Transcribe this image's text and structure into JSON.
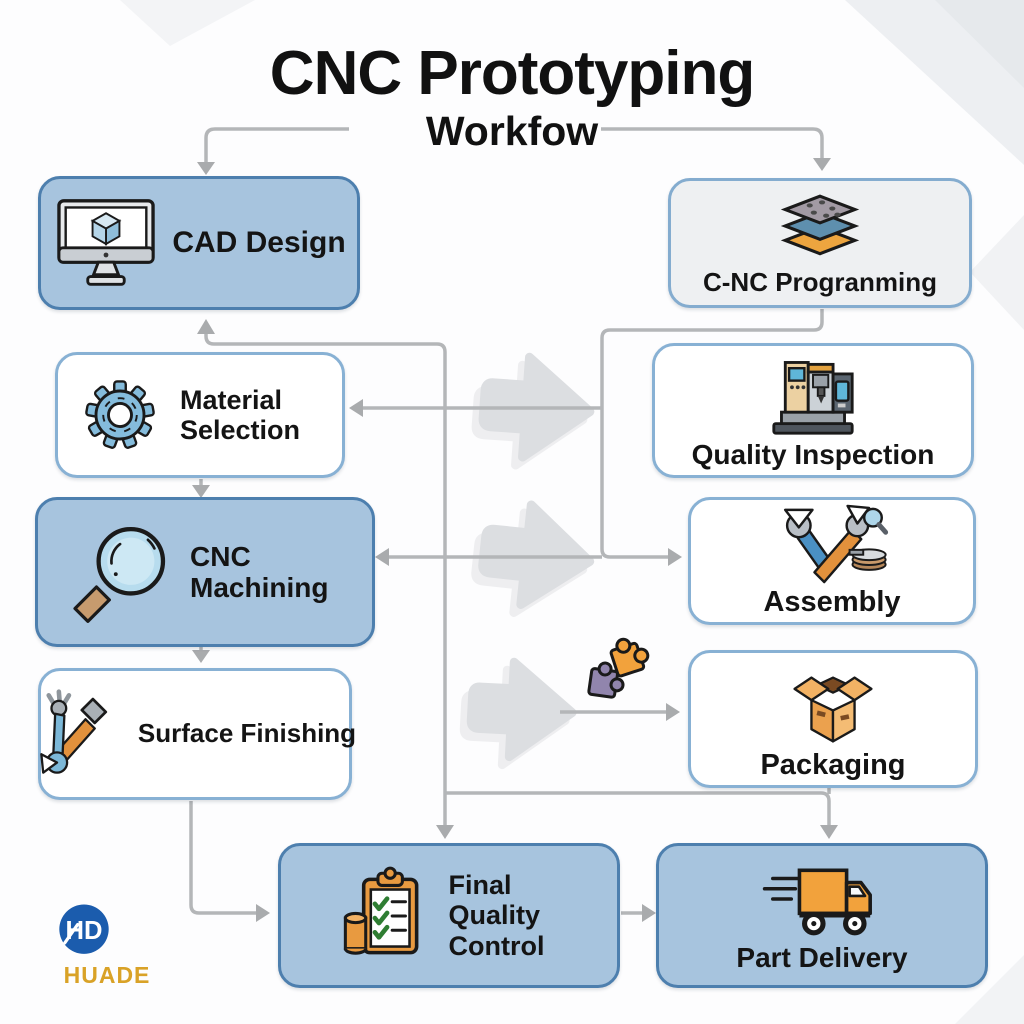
{
  "title": "CNC Prototyping",
  "subtitle": "Workfow",
  "stages": [
    {
      "id": "cad-design",
      "label": "CAD Design",
      "icon": "monitor-cad-icon",
      "style": "blue"
    },
    {
      "id": "cnc-programming",
      "label": "C-NC Progranming",
      "icon": "layer-stack-icon",
      "style": "light"
    },
    {
      "id": "material-selection",
      "label": "Material Selection",
      "icon": "gear-icon",
      "style": "white"
    },
    {
      "id": "quality-inspection",
      "label": "Quality Inspection",
      "icon": "cnc-machine-icon",
      "style": "white"
    },
    {
      "id": "cnc-machining",
      "label": "CNC Machining",
      "icon": "magnifier-icon",
      "style": "blue"
    },
    {
      "id": "assembly",
      "label": "Assembly",
      "icon": "crossed-wrenches-icon",
      "style": "white"
    },
    {
      "id": "surface-finishing",
      "label": "Surface Finishing",
      "icon": "hammer-wrench-icon",
      "style": "white"
    },
    {
      "id": "packaging",
      "label": "Packaging",
      "icon": "open-box-icon",
      "style": "white"
    },
    {
      "id": "final-quality-control",
      "label": "Final Quality Control",
      "icon": "checklist-clipboard-icon",
      "style": "blue"
    },
    {
      "id": "part-delivery",
      "label": "Part Delivery",
      "icon": "delivery-truck-icon",
      "style": "blue"
    }
  ],
  "decorations": {
    "puzzle": "puzzle-pieces-icon",
    "flow_arrows": "block-arrow-right-icon"
  },
  "brand": {
    "monogram": "HD",
    "name": "HUADE",
    "blue": "#1b5cad",
    "gold": "#d9a227"
  },
  "colors": {
    "box_blue": "#a7c4de",
    "box_blue_border": "#4d7fae",
    "box_white_border": "#88b1d4",
    "box_light": "#eef0f2",
    "connector": "#b4b6b8",
    "arrowhead": "#a9abad",
    "block_arrow": "#dcdee1",
    "label": "#141414"
  }
}
